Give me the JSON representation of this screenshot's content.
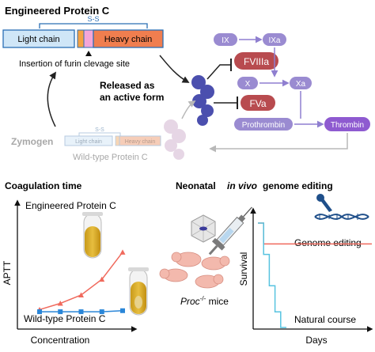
{
  "top": {
    "title": "Engineered Protein C",
    "ss_label": "S-S",
    "light_chain": "Light chain",
    "heavy_chain": "Heavy chain",
    "furin_caption": "Insertion of furin clevage site",
    "released_line1": "Released as",
    "released_line2": "an active form",
    "zymogen_label": "Zymogen",
    "small_light_chain": "Light chain",
    "small_heavy_chain": "Heavy chain",
    "small_ss_label": "S-S",
    "wildtype_label": "Wild-type Protein C",
    "cascade": {
      "IX": "IX",
      "IXa": "IXa",
      "FVIIIa": "FVIIIa",
      "X": "X",
      "Xa": "Xa",
      "FVa": "FVa",
      "Prothrombin": "Prothrombin",
      "Thrombin": "Thrombin"
    },
    "colors": {
      "light_chain": "#cfe6f7",
      "heavy_chain": "#f07e4f",
      "furin_site": "#f4a6d8",
      "inhibited_factor": "#b84b4f",
      "protein_c": "#4b4fae",
      "cascade_node": "#9a8bd1",
      "thrombin": "#8e5ad0"
    }
  },
  "bottom_left": {
    "title": "Coagulation time",
    "engineered_label": "Engineered Protein C",
    "wildtype_label": "Wild-type Protein C",
    "xlabel": "Concentration",
    "ylabel": "APTT",
    "chart_data": {
      "type": "line",
      "x": [
        1,
        2,
        3,
        4,
        5
      ],
      "series": [
        {
          "name": "Engineered Protein C",
          "values": [
            0.8,
            1.4,
            2.2,
            3.7,
            6.3
          ],
          "color": "#f06a5d"
        },
        {
          "name": "Wild-type Protein C",
          "values": [
            0.6,
            0.6,
            0.6,
            0.6,
            0.7
          ],
          "color": "#2a86d8"
        }
      ],
      "title": "Coagulation time",
      "xlabel": "Concentration",
      "ylabel": "APTT",
      "ylim": [
        0,
        10
      ],
      "grid": false
    }
  },
  "bottom_right": {
    "title_part1": "Neonatal",
    "title_italic": "in vivo",
    "title_part2": "genome editing",
    "mice_label_italic": "Proc",
    "mice_label_sup": "-/-",
    "mice_label_rest": " mice",
    "ylabel": "Survival",
    "xlabel": "Days",
    "genome_editing_label": "Genome editing",
    "natural_course_label": "Natural course",
    "chart_data": {
      "type": "line",
      "steps": "post",
      "x": [
        0,
        1,
        2,
        3,
        4,
        5,
        10,
        20
      ],
      "series": [
        {
          "name": "Genome editing",
          "values": [
            100,
            80,
            80,
            80,
            80,
            80,
            80,
            80
          ],
          "color": "#f06a5d"
        },
        {
          "name": "Natural course",
          "values": [
            100,
            70,
            40,
            15,
            0,
            0,
            0,
            0
          ],
          "color": "#57c3e0"
        }
      ],
      "xlabel": "Days",
      "ylabel": "Survival",
      "ylim": [
        0,
        100
      ]
    }
  }
}
